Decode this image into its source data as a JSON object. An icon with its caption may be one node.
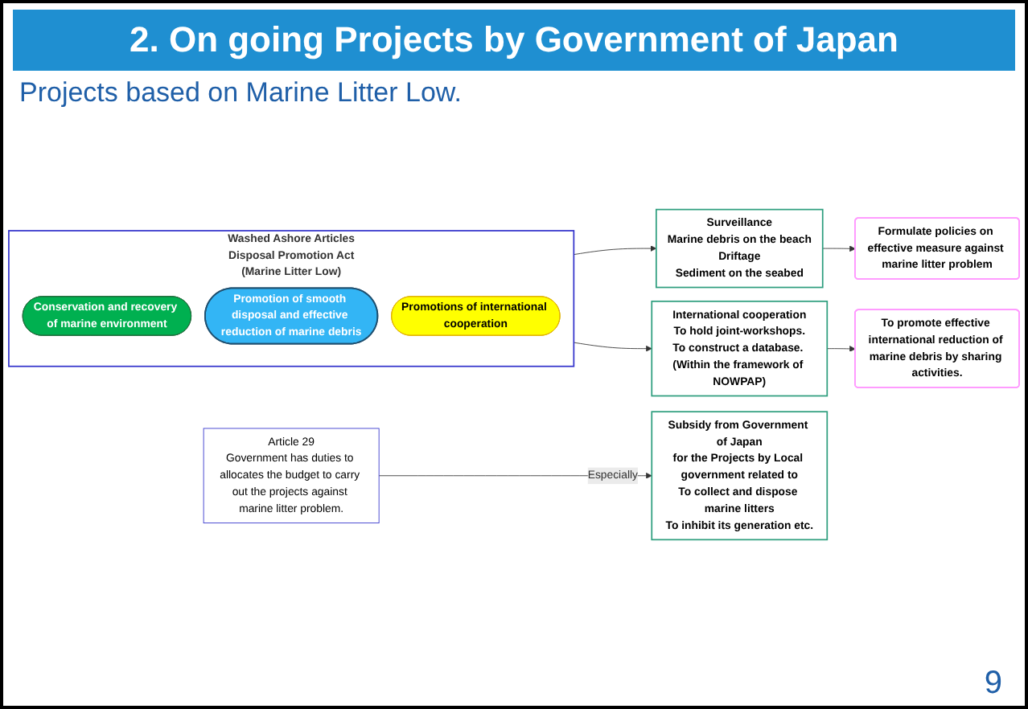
{
  "diagram": {
    "title": "2. On going Projects by Government of Japan",
    "nodes": [
      {
        "text": [
          "Washed Ashore Articles Disposal Promotion Act (Marine Litter Low)"
        ]
      },
      {
        "text": [
          "Conservation and recovery of marine environment"
        ],
        "in": 0
      },
      {
        "text": [
          "Promotion of smooth disposal and effective reduction of marine debris"
        ],
        "in": 0
      },
      {
        "text": [
          "Promotions of international cooperation"
        ],
        "in": 0
      },
      {
        "text": [
          "Article 29",
          "Government has duties to allocates the budget to carry out the projects against marine litter problem."
        ]
      },
      {
        "text": [
          "Surveillance",
          "Marine debris on the beach",
          "Driftage",
          "Sediment on the seabed"
        ]
      },
      {
        "text": [
          "Formulate policies on effective measure against marine litter problem"
        ]
      },
      {
        "text": [
          "International cooperation",
          "To hold joint-workshops.",
          "To construct a database. (Within the framework of NOWPAP)"
        ]
      },
      {
        "text": [
          "To promote effective international reduction of marine debris by sharing activities."
        ]
      },
      {
        "text": [
          "Subsidy from Government of Japan",
          "for the Projects by Local government related to",
          "To collect and dispose marine litters",
          "To inhibit its generation etc."
        ]
      }
    ],
    "edges": [
      {
        "from": 0,
        "to": 5,
        "arrow": "to"
      },
      {
        "from": 0,
        "to": 7,
        "arrow": "to"
      },
      {
        "from": 5,
        "to": 6,
        "arrow": "to"
      },
      {
        "from": 7,
        "to": 8,
        "arrow": "to"
      },
      {
        "from": 4,
        "to": 9,
        "arrow": "to",
        "label": "Especially"
      }
    ],
    "labels": [
      "Projects based on Marine Litter Low.",
      "9"
    ]
  }
}
